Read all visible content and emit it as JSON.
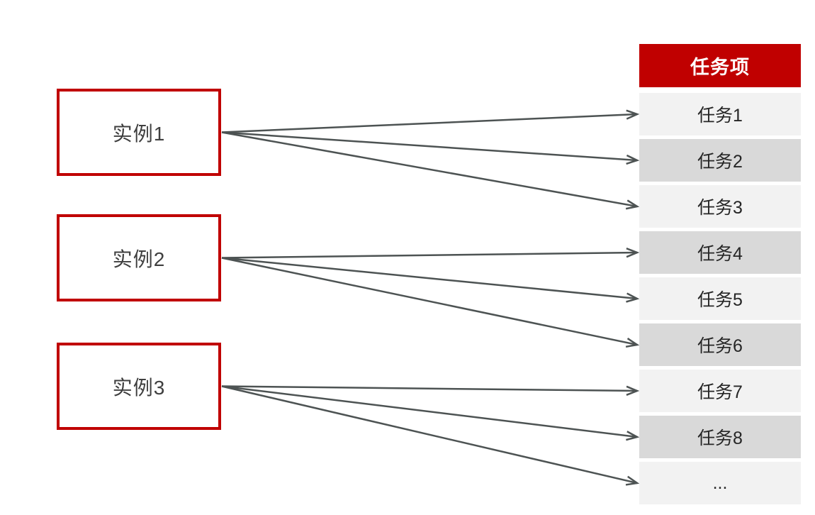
{
  "diagram": {
    "title": "instances-to-tasks-assignment",
    "instances": [
      {
        "label": "实例1"
      },
      {
        "label": "实例2"
      },
      {
        "label": "实例3"
      }
    ],
    "table": {
      "header": "任务项",
      "rows": [
        "任务1",
        "任务2",
        "任务3",
        "任务4",
        "任务5",
        "任务6",
        "任务7",
        "任务8",
        "..."
      ]
    },
    "edges": [
      {
        "from": "instance-box-1",
        "to": "task-row-1"
      },
      {
        "from": "instance-box-1",
        "to": "task-row-2"
      },
      {
        "from": "instance-box-1",
        "to": "task-row-3"
      },
      {
        "from": "instance-box-2",
        "to": "task-row-4"
      },
      {
        "from": "instance-box-2",
        "to": "task-row-5"
      },
      {
        "from": "instance-box-2",
        "to": "task-row-6"
      },
      {
        "from": "instance-box-3",
        "to": "task-row-7"
      },
      {
        "from": "instance-box-3",
        "to": "task-row-8"
      },
      {
        "from": "instance-box-3",
        "to": "task-row-9"
      }
    ],
    "colors": {
      "accent_red": "#c00000",
      "arrow_gray": "#4d5353",
      "row_light": "#f2f2f2",
      "row_dark": "#d9d9d9",
      "box_text": "#3f3f3f",
      "row_text": "#262626",
      "header_text": "#ffffff"
    }
  }
}
